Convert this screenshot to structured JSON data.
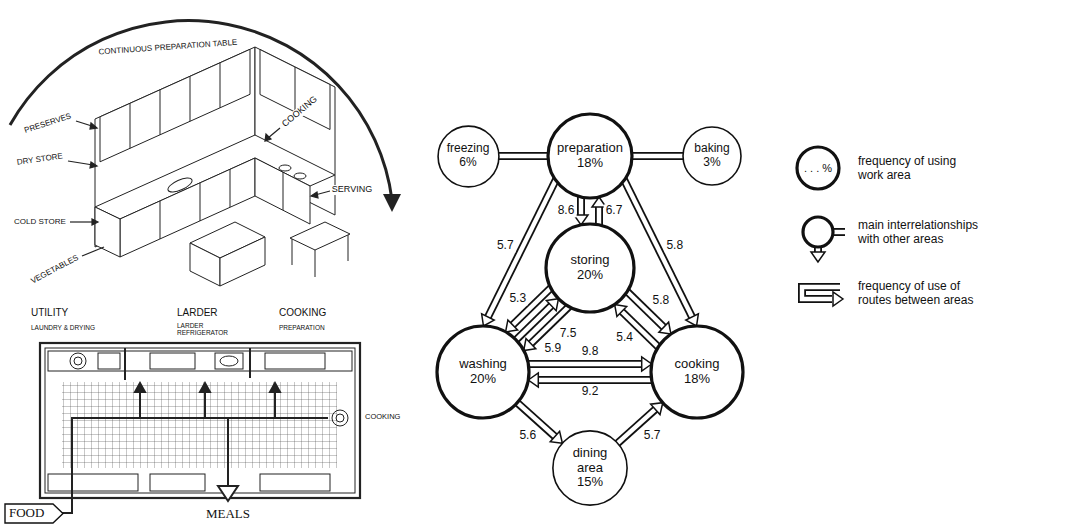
{
  "diagram": {
    "nodes": [
      {
        "text": [
          "freezing",
          "6%"
        ]
      },
      {
        "text": [
          "preparation",
          "18%"
        ]
      },
      {
        "text": [
          "baking",
          "3%"
        ]
      },
      {
        "text": [
          "storing",
          "20%"
        ]
      },
      {
        "text": [
          "washing",
          "20%"
        ]
      },
      {
        "text": [
          "cooking",
          "18%"
        ]
      },
      {
        "text": [
          "dining area",
          "15%"
        ]
      },
      {
        "text": [
          "FOOD"
        ]
      }
    ],
    "edges": [
      {
        "from": 0,
        "to": 1,
        "arrow": "none"
      },
      {
        "from": 1,
        "to": 2,
        "arrow": "none"
      },
      {
        "from": 1,
        "to": 4,
        "label": "5.7",
        "arrow": "to"
      },
      {
        "from": 1,
        "to": 3,
        "label": "8.6",
        "arrow": "to"
      },
      {
        "from": 3,
        "to": 1,
        "label": "6.7",
        "arrow": "to"
      },
      {
        "from": 1,
        "to": 5,
        "label": "5.8",
        "arrow": "to"
      },
      {
        "from": 3,
        "to": 4,
        "label": "5.3",
        "arrow": "to"
      },
      {
        "from": 4,
        "to": 3,
        "label": "7.5",
        "arrow": "to"
      },
      {
        "from": 3,
        "to": 4,
        "label": "5.9",
        "arrow": "to"
      },
      {
        "from": 3,
        "to": 5,
        "label": "5.8",
        "arrow": "to"
      },
      {
        "from": 5,
        "to": 3,
        "label": "5.4",
        "arrow": "to"
      },
      {
        "from": 4,
        "to": 5,
        "label": "9.8",
        "arrow": "to"
      },
      {
        "from": 5,
        "to": 4,
        "label": "9.2",
        "arrow": "to"
      },
      {
        "from": 4,
        "to": 6,
        "label": "5.6",
        "arrow": "to"
      },
      {
        "from": 6,
        "to": 5,
        "label": "5.7",
        "arrow": "to"
      }
    ],
    "labels": [
      "CONTINUOUS PREPARATION TABLE",
      "COOKING",
      "PRESERVES",
      "DRY STORE",
      "SERVING",
      "COLD STORE",
      "VEGETABLES",
      "UTILITY",
      "LAUNDRY & DRYING",
      "LARDER",
      "LARDER REFRIGERATOR",
      "COOKING",
      "PREPARATION",
      "COOKING",
      "MEALS",
      ". . . %"
    ],
    "legend": [
      {
        "text": "frequency of using work area"
      },
      {
        "text": "main interrelationships with other areas"
      },
      {
        "text": "frequency of use of routes between areas"
      }
    ]
  }
}
